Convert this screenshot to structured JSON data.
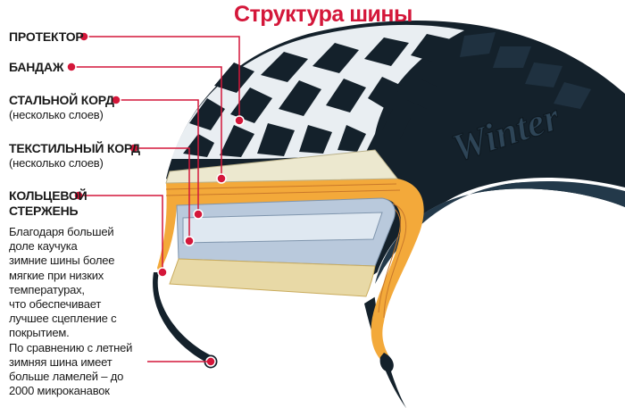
{
  "title": "Структура шины",
  "brand_text": "Winter",
  "colors": {
    "accent": "#d4173a",
    "rubber": "#14212b",
    "belt": "#f3a93a",
    "steel": "#b9c9dc",
    "bandage": "#ece8cf"
  },
  "labels": [
    {
      "name": "ПРОТЕКТОР"
    },
    {
      "name": "БАНДАЖ"
    },
    {
      "name": "СТАЛЬНОЙ КОРД",
      "sub": "(несколько слоев)"
    },
    {
      "name": "ТЕКСТИЛЬНЫЙ КОРД",
      "sub": "(несколько слоев)"
    },
    {
      "name_line1": "КОЛЬЦЕВОЙ",
      "name_line2": "СТЕРЖЕНЬ"
    }
  ],
  "description": [
    "Благодаря большей",
    "доле каучука",
    "зимние шины более",
    "мягкие при низких",
    "температурах,",
    "что обеспечивает",
    "лучшее сцепление с",
    "покрытием.",
    "По сравнению с летней",
    "зимняя шина имеет",
    "больше ламелей – до",
    "2000 микроканавок"
  ]
}
